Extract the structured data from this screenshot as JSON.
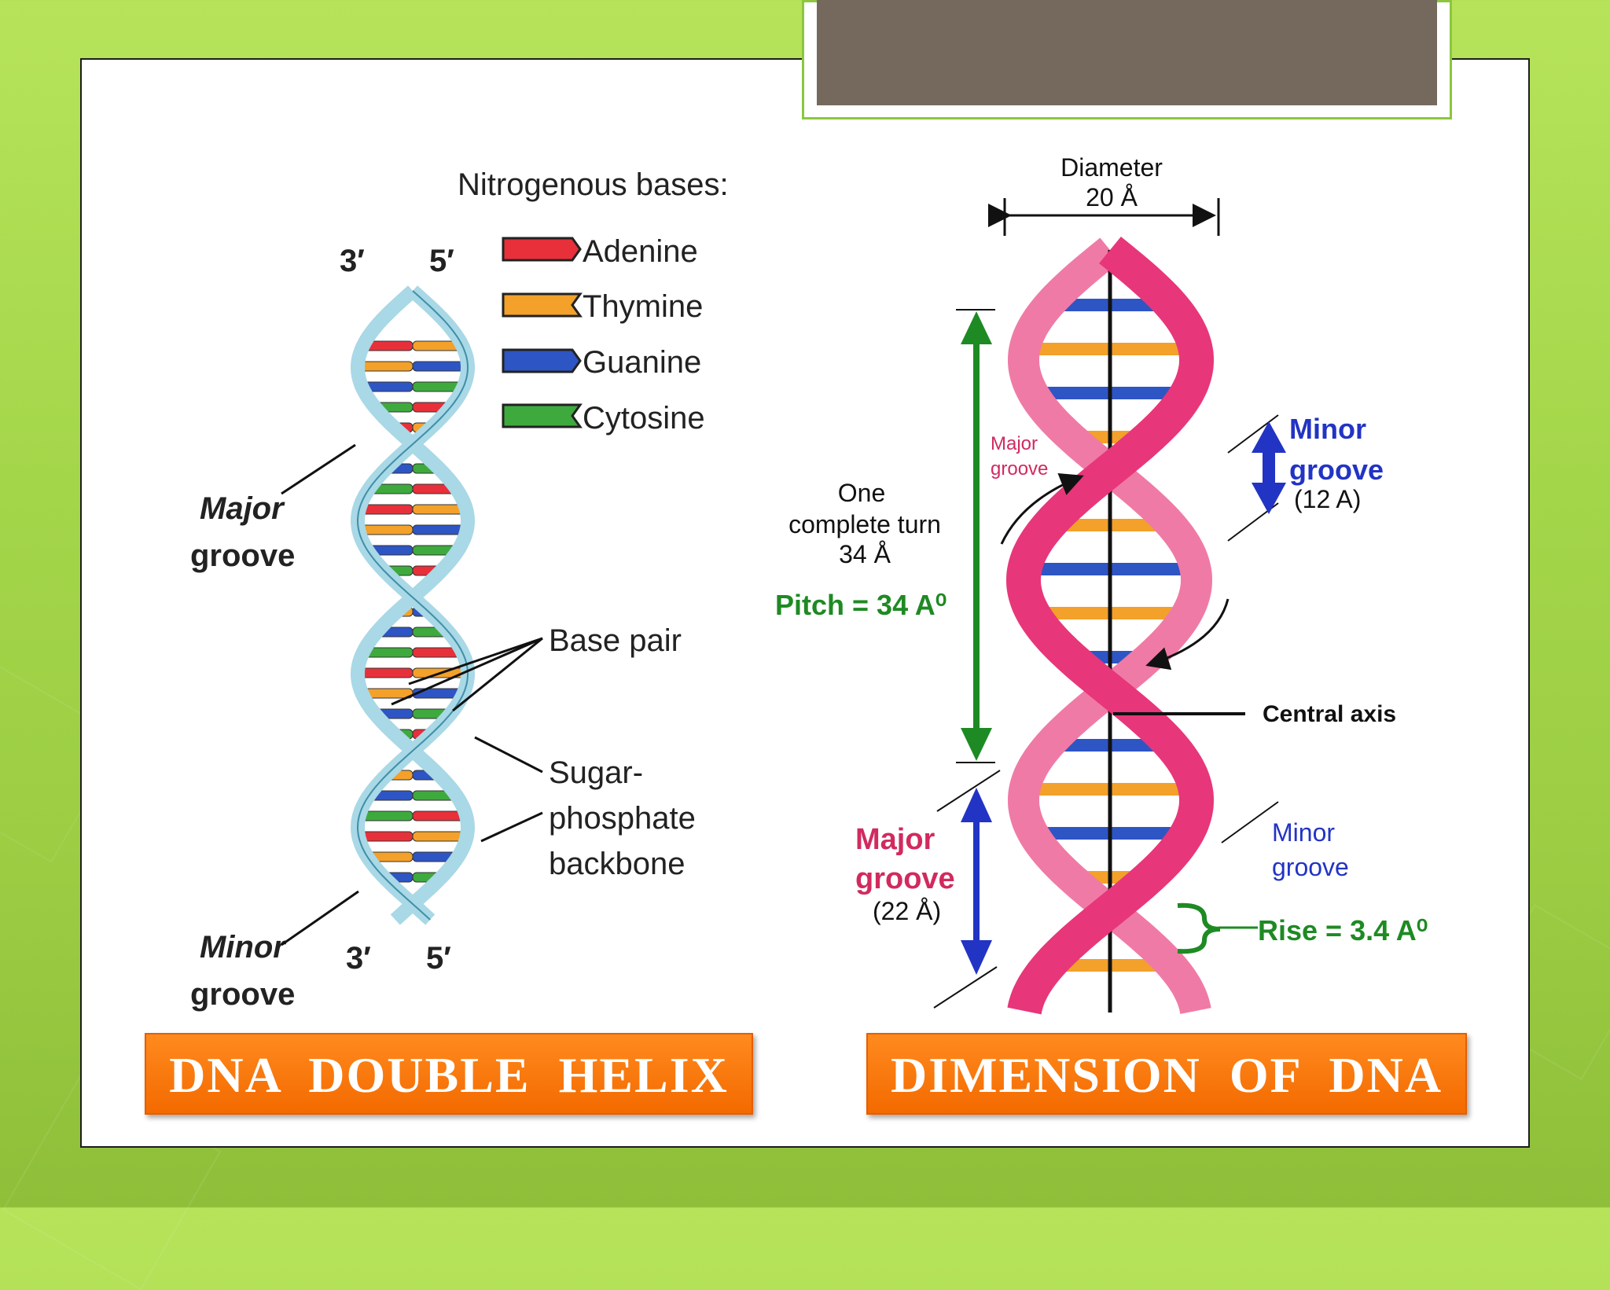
{
  "colors": {
    "background": "#a4d64a",
    "title_bar": "#75695e",
    "caption_bg": "#f36a00",
    "adenine": "#e8303a",
    "thymine": "#f3a12a",
    "guanine": "#2e55c4",
    "cytosine": "#3eaa3e",
    "helix_backbone": "#a9d8e6",
    "helix_ribbon": "#e8367a",
    "pitch_arrow": "#1e8a23",
    "groove_arrow": "#2234c4"
  },
  "left_diagram": {
    "legend_title": "Nitrogenous bases:",
    "legend": [
      {
        "label": "Adenine",
        "color": "#e8303a"
      },
      {
        "label": "Thymine",
        "color": "#f3a12a"
      },
      {
        "label": "Guanine",
        "color": "#2e55c4"
      },
      {
        "label": "Cytosine",
        "color": "#3eaa3e"
      }
    ],
    "top_left_end": "3′",
    "top_right_end": "5′",
    "bottom_left_end": "3′",
    "bottom_right_end": "5′",
    "major_groove_line1": "Major",
    "major_groove_line2": "groove",
    "minor_groove_line1": "Minor",
    "minor_groove_line2": "groove",
    "base_pair": "Base pair",
    "backbone_line1": "Sugar-",
    "backbone_line2": "phosphate",
    "backbone_line3": "backbone",
    "caption": "DNA DOUBLE HELIX"
  },
  "right_diagram": {
    "diameter_label": "Diameter",
    "diameter_value": "20 Å",
    "turn_line1": "One",
    "turn_line2": "complete turn",
    "turn_line3": "34 Å",
    "pitch": "Pitch = 34 A⁰",
    "inner_major_line1": "Major",
    "inner_major_line2": "groove",
    "minor_top_line1": "Minor",
    "minor_top_line2": "groove",
    "minor_top_value": "(12 A)",
    "central_axis": "Central axis",
    "major_bottom_line1": "Major",
    "major_bottom_line2": "groove",
    "major_bottom_value": "(22 Å)",
    "minor_bottom_line1": "Minor",
    "minor_bottom_line2": "groove",
    "rise": "Rise = 3.4 A⁰",
    "caption": "DIMENSION OF DNA"
  }
}
